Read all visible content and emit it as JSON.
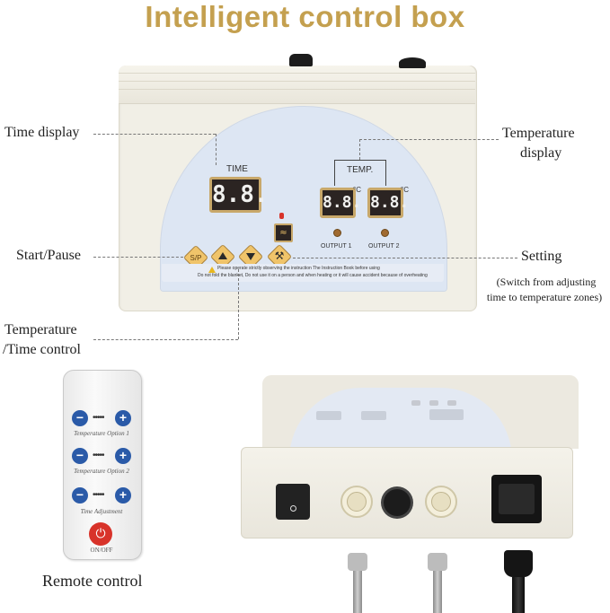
{
  "title": "Intelligent control box",
  "callouts": {
    "time_display": "Time display",
    "temperature_display_line1": "Temperature",
    "temperature_display_line2": "display",
    "start_pause": "Start/Pause",
    "setting": "Setting",
    "setting_note_line1": "(Switch from adjusting",
    "setting_note_line2": "time to temperature zones)",
    "temp_time_control_line1": "Temperature",
    "temp_time_control_line2": "/Time control",
    "remote_control": "Remote control"
  },
  "panel": {
    "time_label": "TIME",
    "time_digits": "8.8.",
    "temp_label": "TEMP.",
    "temp1_digits": "8.8.",
    "temp2_digits": "8.8.",
    "celsius": "°C",
    "output1": "OUTPUT 1",
    "output2": "OUTPUT 2",
    "sp_button": "S/P",
    "warning_line1": "Please operate strictly observing the instruction The Instruction Book before using",
    "warning_line2": "Do not fold the blanket, Do not use it on a person and when heating or it will cause accident because of overheating"
  },
  "remote": {
    "option1": "Temperature Option 1",
    "option2": "Temperature Option 2",
    "option3": "Time Adjustment",
    "minus": "−",
    "plus": "+",
    "dots": "•••••",
    "onoff": "ON/OFF"
  },
  "colors": {
    "title": "#c4a04f",
    "panel_dome": "#dde6f3",
    "button": "#f0c46a",
    "remote_button": "#2a5aa8",
    "power_button": "#d8332a"
  }
}
